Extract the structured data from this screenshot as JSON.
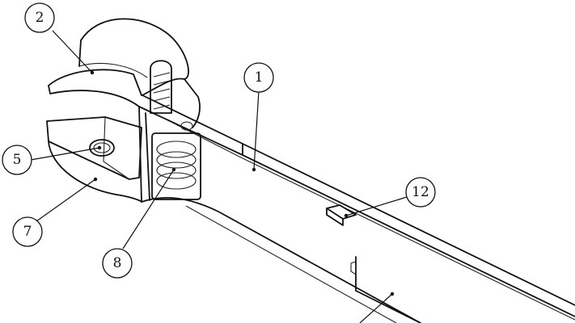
{
  "callouts": [
    {
      "id": "1",
      "label": "1"
    },
    {
      "id": "2",
      "label": "2"
    },
    {
      "id": "5",
      "label": "5"
    },
    {
      "id": "7",
      "label": "7"
    },
    {
      "id": "8",
      "label": "8"
    },
    {
      "id": "12",
      "label": "12"
    }
  ],
  "colors": {
    "ink": "#111111",
    "paper": "#ffffff"
  }
}
